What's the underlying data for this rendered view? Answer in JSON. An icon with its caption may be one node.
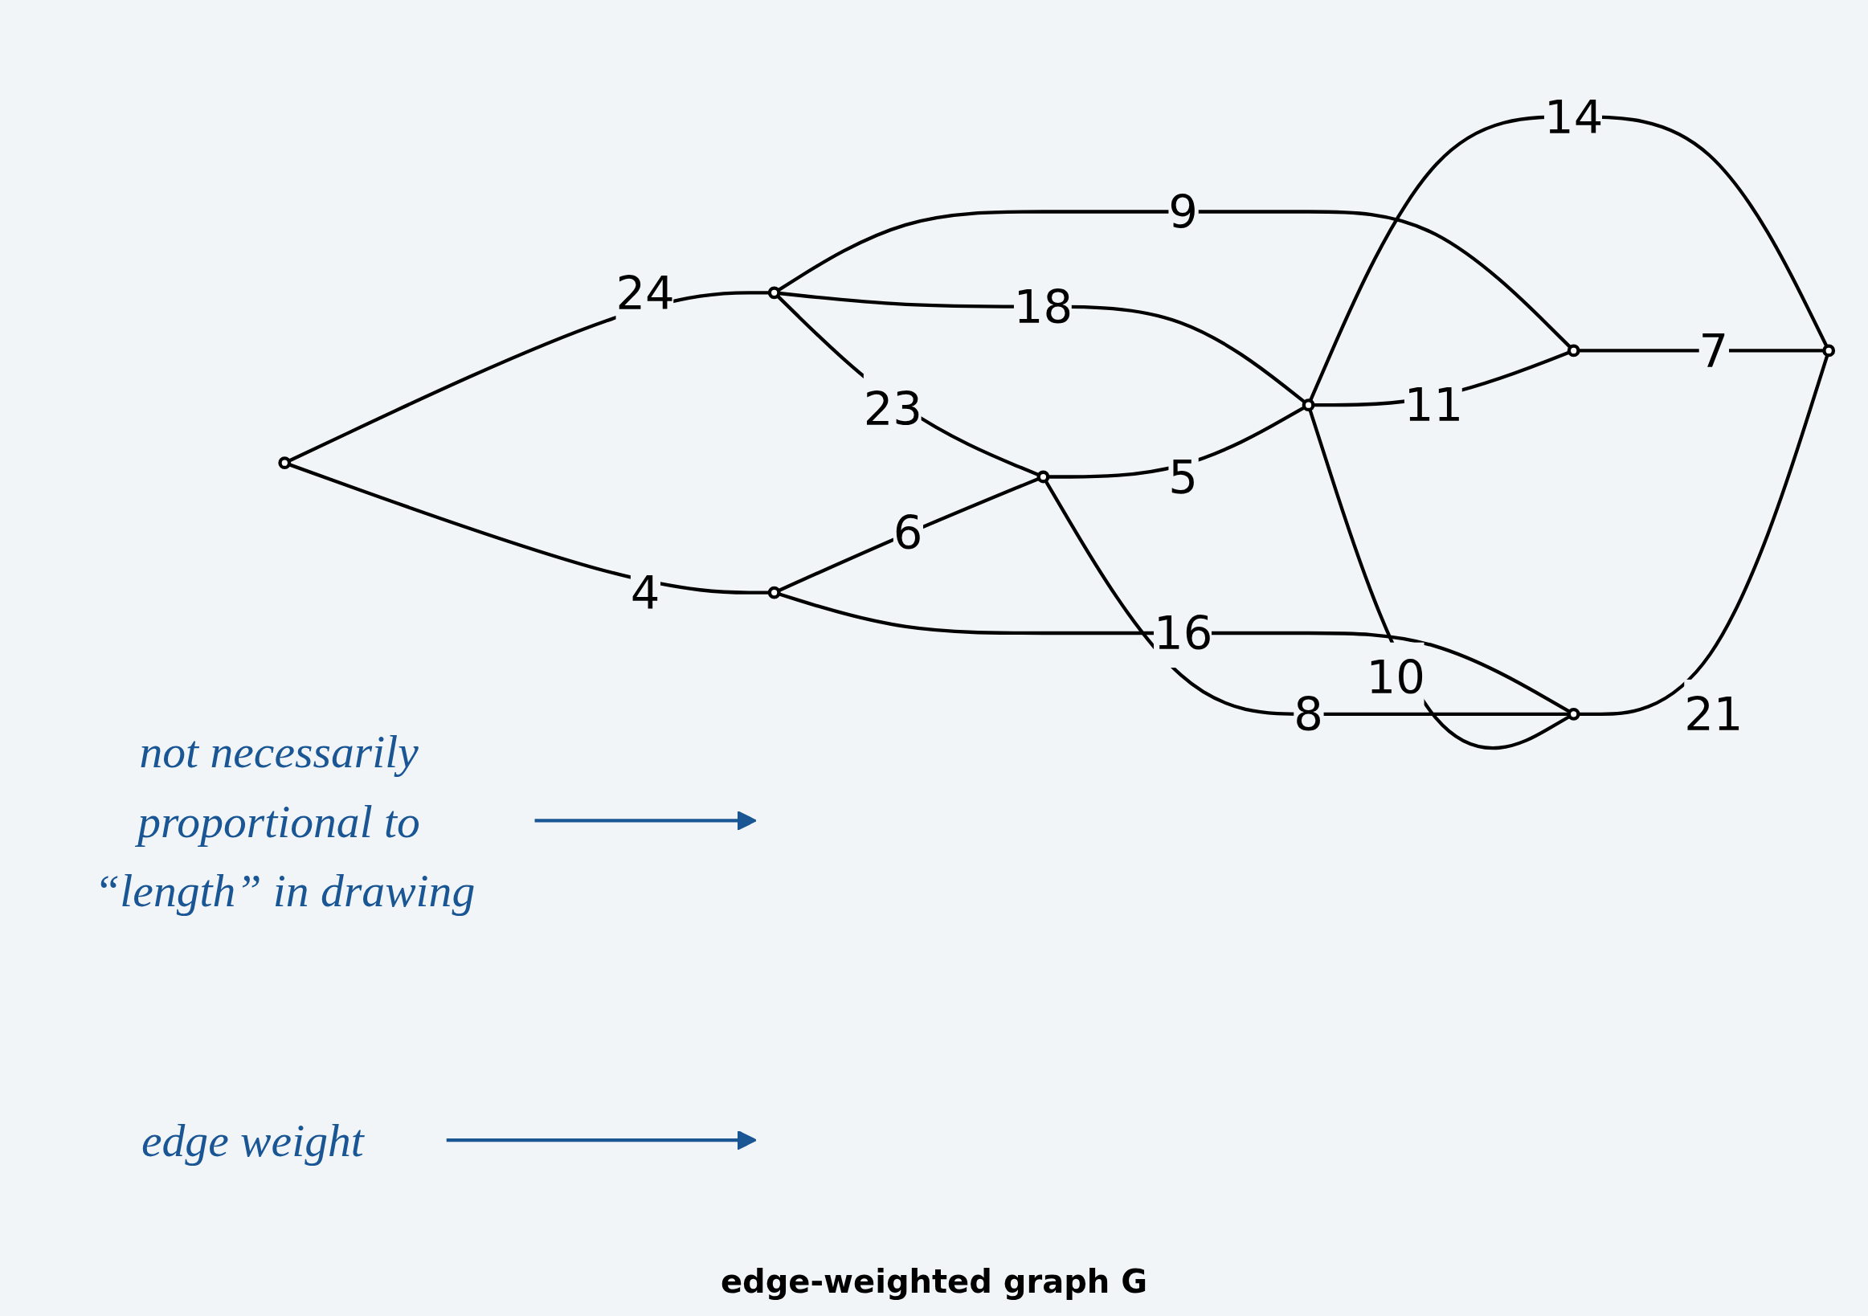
{
  "diagram": {
    "caption": "edge-weighted graph G",
    "nodes": [
      {
        "text": [],
        "shape": "circle"
      },
      {
        "text": [],
        "shape": "circle"
      },
      {
        "text": [],
        "shape": "circle"
      },
      {
        "text": [],
        "shape": "circle"
      },
      {
        "text": [],
        "shape": "circle"
      },
      {
        "text": [],
        "shape": "circle"
      },
      {
        "text": [],
        "shape": "circle"
      },
      {
        "text": [],
        "shape": "circle"
      },
      {
        "text": [
          "not necessarily proportional to “length” in drawing"
        ]
      },
      {
        "text": [
          "edge weight"
        ]
      }
    ],
    "edges": [
      {
        "from": 0,
        "to": 1,
        "arrow": "none",
        "label": "24"
      },
      {
        "from": 0,
        "to": 2,
        "arrow": "none",
        "label": "4"
      },
      {
        "from": 1,
        "to": 3,
        "arrow": "none",
        "label": "23"
      },
      {
        "from": 1,
        "to": 4,
        "arrow": "none",
        "label": "18"
      },
      {
        "from": 1,
        "to": 5,
        "arrow": "none",
        "label": "9"
      },
      {
        "from": 2,
        "to": 3,
        "arrow": "none",
        "label": "6"
      },
      {
        "from": 2,
        "to": 6,
        "arrow": "none",
        "label": "16"
      },
      {
        "from": 3,
        "to": 4,
        "arrow": "none",
        "label": "5"
      },
      {
        "from": 3,
        "to": 6,
        "arrow": "none",
        "label": "8"
      },
      {
        "from": 4,
        "to": 5,
        "arrow": "none",
        "label": "11"
      },
      {
        "from": 4,
        "to": 6,
        "arrow": "none",
        "label": "10"
      },
      {
        "from": 4,
        "to": 7,
        "arrow": "none",
        "label": "14"
      },
      {
        "from": 5,
        "to": 7,
        "arrow": "none",
        "label": "7"
      },
      {
        "from": 6,
        "to": 7,
        "arrow": "none",
        "label": "21"
      },
      {
        "from": 8,
        "to": null,
        "arrow": "to",
        "color": "#1a5694"
      },
      {
        "from": 9,
        "to": null,
        "arrow": "to",
        "color": "#1a5694"
      }
    ]
  }
}
